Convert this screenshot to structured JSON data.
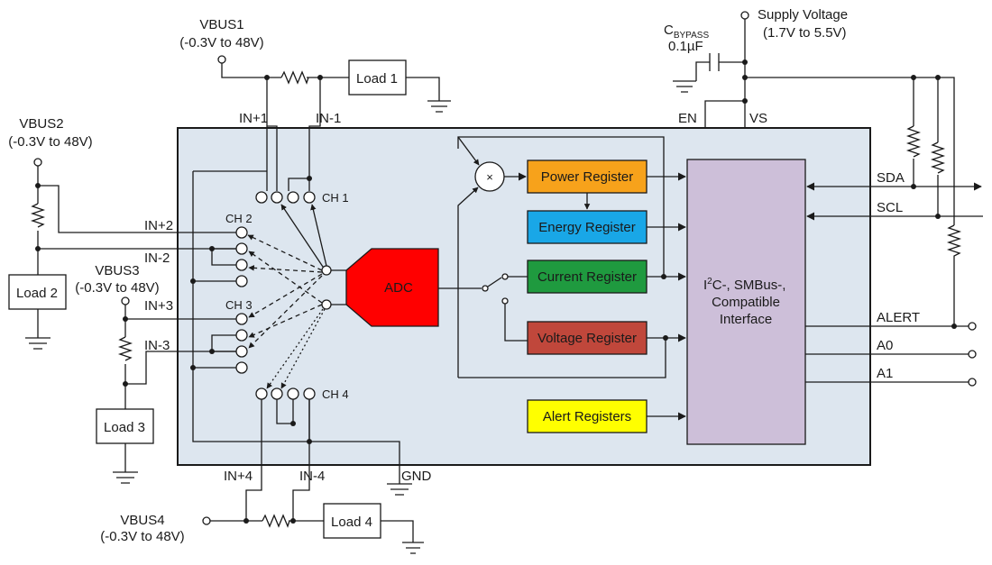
{
  "colors": {
    "chip_bg": "#dde6ef",
    "power": "#f7a21b",
    "energy": "#19a7e7",
    "current": "#1f9a3f",
    "voltage": "#c0473b",
    "alert": "#ffff00",
    "interface": "#cdbfd9",
    "adc": "#ff0000"
  },
  "supplies": {
    "vbus1": {
      "name": "VBUS1",
      "range": "(-0.3V to 48V)"
    },
    "vbus2": {
      "name": "VBUS2",
      "range": "(-0.3V to 48V)"
    },
    "vbus3": {
      "name": "VBUS3",
      "range": "(-0.3V to 48V)"
    },
    "vbus4": {
      "name": "VBUS4",
      "range": "(-0.3V to 48V)"
    },
    "supply": {
      "name": "Supply Voltage",
      "range": "(1.7V to 5.5V)"
    }
  },
  "bypass": {
    "c": "C",
    "sub": "BYPASS",
    "value": "0.1µF"
  },
  "loads": [
    "Load 1",
    "Load 2",
    "Load 3",
    "Load 4"
  ],
  "inputs": {
    "in1p": "IN+1",
    "in1n": "IN-1",
    "in2p": "IN+2",
    "in2n": "IN-2",
    "in3p": "IN+3",
    "in3n": "IN-3",
    "in4p": "IN+4",
    "in4n": "IN-4"
  },
  "channels": [
    "CH 1",
    "CH 2",
    "CH 3",
    "CH 4"
  ],
  "adc": "ADC",
  "multiplier": "×",
  "registers": {
    "power": "Power Register",
    "energy": "Energy Register",
    "current": "Current Register",
    "voltage": "Voltage Register",
    "alert": "Alert Registers"
  },
  "interface": {
    "l1a": "I",
    "l1sup": "2",
    "l1b": "C-, SMBus-,",
    "l2": "Compatible",
    "l3": "Interface"
  },
  "pins": {
    "en": "EN",
    "vs": "VS",
    "gnd": "GND",
    "sda": "SDA",
    "scl": "SCL",
    "alert": "ALERT",
    "a0": "A0",
    "a1": "A1"
  }
}
